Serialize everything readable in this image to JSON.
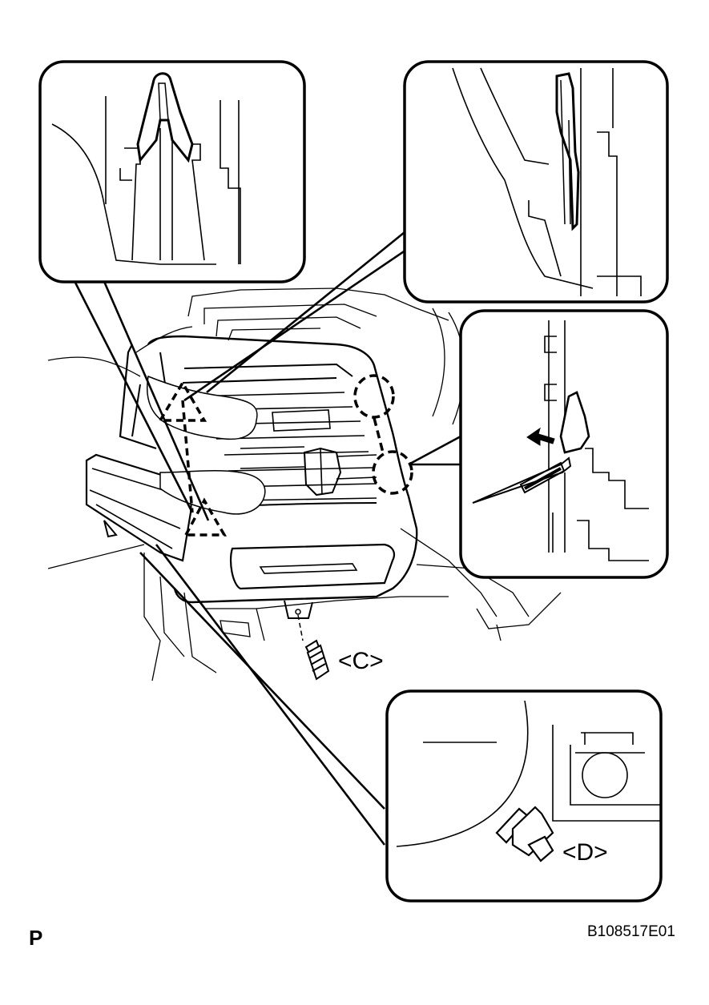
{
  "labels": {
    "screw_c": "<C>",
    "clip_d": "<D>",
    "corner_letter": "P",
    "figure_code": "B108517E01"
  },
  "colors": {
    "ink": "#000000",
    "paper": "#ffffff"
  },
  "icons": [
    "screw-icon",
    "clip-icon",
    "arrow-icon",
    "screwdriver-icon"
  ]
}
